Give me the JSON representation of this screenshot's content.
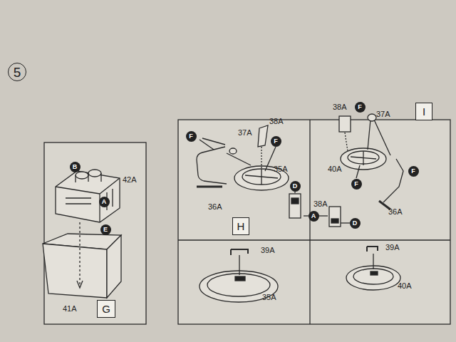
{
  "diagram": {
    "nodes": [
      {
        "text": [
          "5"
        ]
      },
      {
        "text": [
          "G"
        ]
      },
      {
        "text": [
          "B"
        ]
      },
      {
        "text": [
          "A"
        ]
      },
      {
        "text": [
          "E"
        ]
      },
      {
        "text": [
          "H"
        ]
      },
      {
        "text": [
          "F"
        ]
      },
      {
        "text": [
          "F"
        ]
      },
      {
        "text": [
          "D"
        ]
      },
      {
        "text": [
          "A"
        ]
      },
      {
        "text": [
          "D"
        ]
      },
      {
        "text": [
          "I"
        ]
      },
      {
        "text": [
          "F"
        ]
      },
      {
        "text": [
          "F"
        ]
      },
      {
        "text": [
          "F"
        ]
      }
    ],
    "edges": [],
    "labels": [
      "42A",
      "41A",
      "38A",
      "37A",
      "35A",
      "36A",
      "38A",
      "38A",
      "37A",
      "40A",
      "36A",
      "39A",
      "35A",
      "39A",
      "40A"
    ]
  }
}
